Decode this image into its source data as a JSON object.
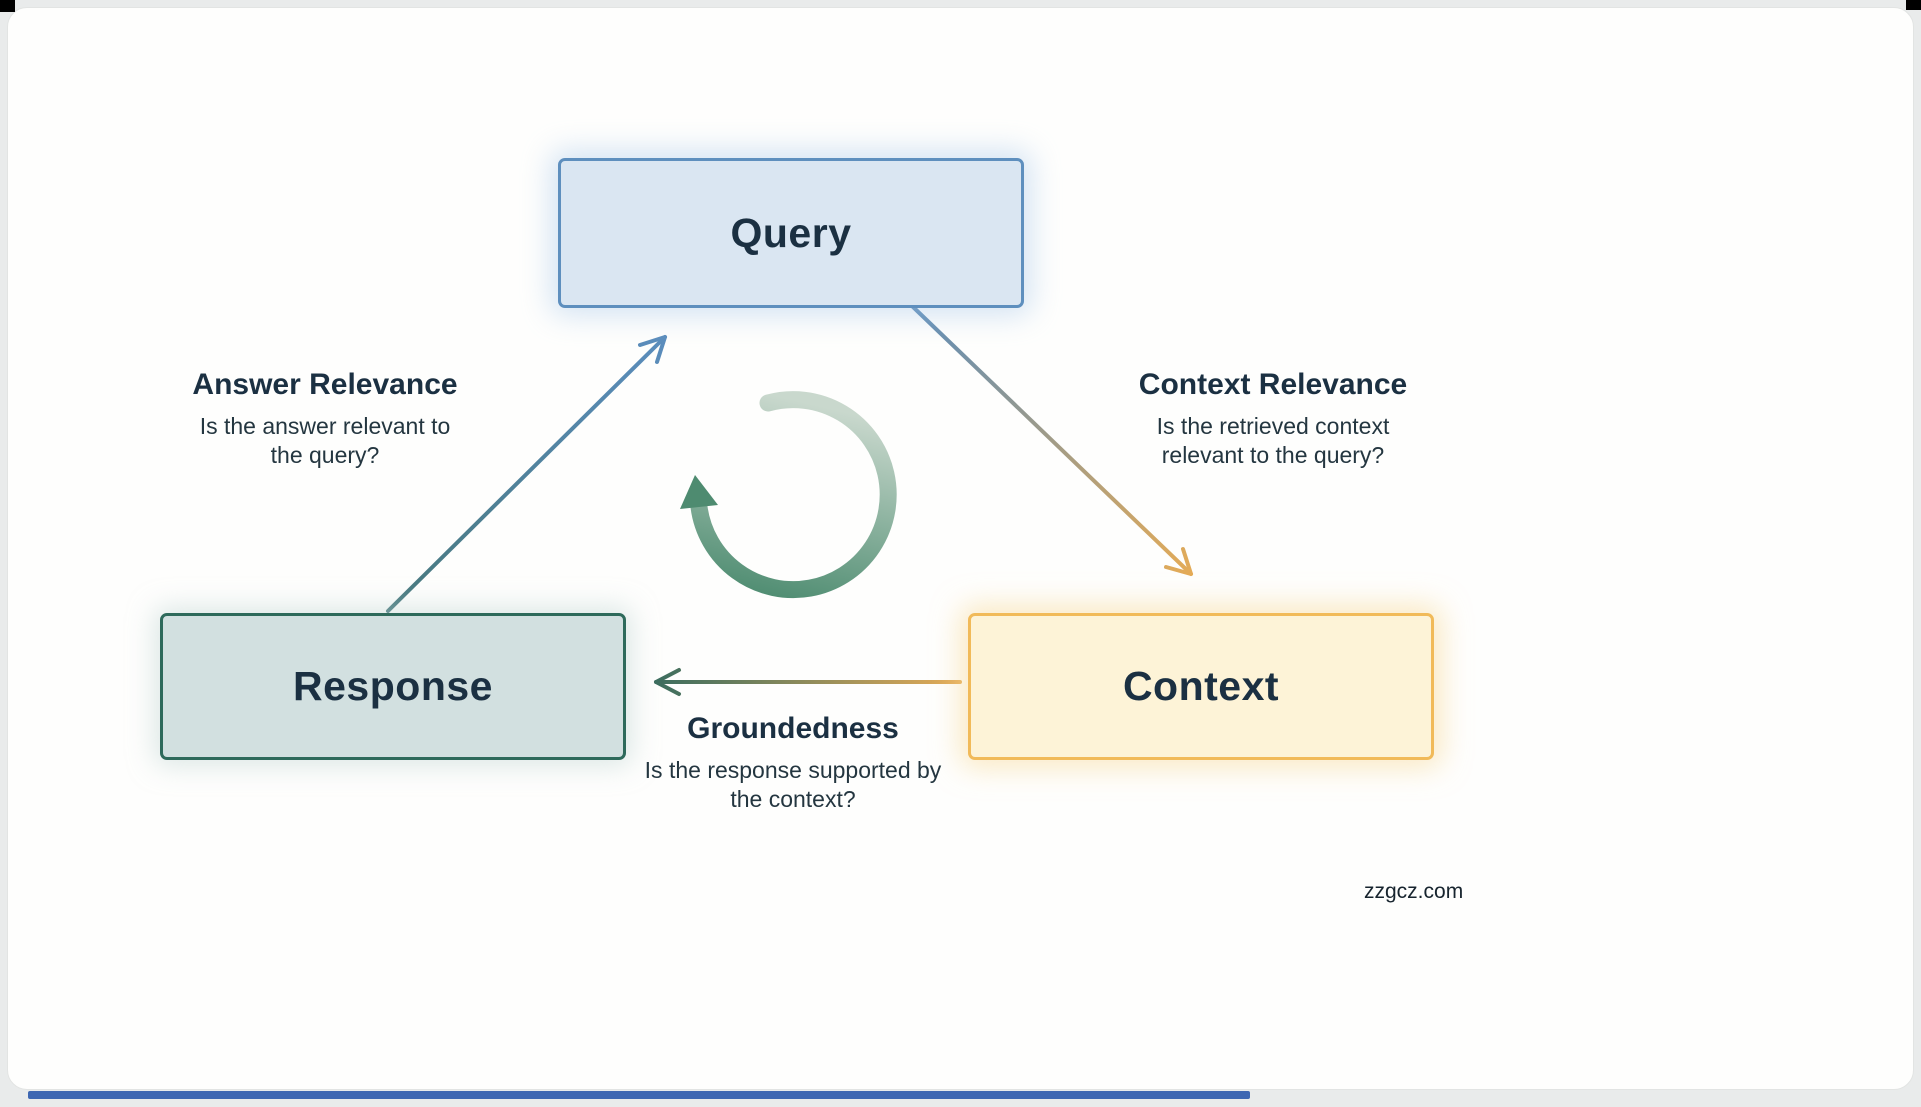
{
  "diagram": {
    "nodes": {
      "query": {
        "label": "Query"
      },
      "response": {
        "label": "Response"
      },
      "context": {
        "label": "Context"
      }
    },
    "edges": {
      "answer_relevance": {
        "title": "Answer Relevance",
        "description": "Is the answer relevant to the query?"
      },
      "context_relevance": {
        "title": "Context Relevance",
        "description": "Is the retrieved context relevant to the query?"
      },
      "groundedness": {
        "title": "Groundedness",
        "description": "Is the response supported by the context?"
      }
    },
    "icons": {
      "center": "cycle-arrow-icon"
    },
    "colors": {
      "query_fill": "#dae6f2",
      "query_border": "#5e8fbe",
      "response_fill": "#d2e0e0",
      "response_border": "#2e6a5b",
      "context_fill": "#fdf3d7",
      "context_border": "#f1ba59",
      "arrow_blue": "#5b8dbd",
      "arrow_orange": "#e4ab57",
      "arrow_teal": "#3c6d5f",
      "cycle_green": "#4e8b70",
      "text_dark": "#1b3042"
    }
  },
  "watermark": "zzgcz.com"
}
